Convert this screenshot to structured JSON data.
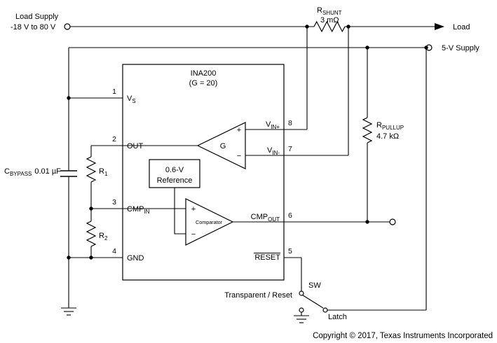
{
  "sources": {
    "load_supply": {
      "line1": "Load Supply",
      "line2": "-18 V to 80 V"
    },
    "load": "Load",
    "supply_5v": "5-V Supply"
  },
  "ic": {
    "title": "INA200",
    "subtitle": "(G = 20)",
    "pins": {
      "vs": {
        "num": "1",
        "main": "V",
        "sub": "S"
      },
      "out": {
        "num": "2",
        "name": "OUT"
      },
      "cmp_in": {
        "num": "3",
        "main": "CMP",
        "sub": "IN"
      },
      "gnd": {
        "num": "4",
        "name": "GND"
      },
      "reset": {
        "num": "5",
        "name": "RESET"
      },
      "cmp_out": {
        "num": "6",
        "main": "CMP",
        "sub": "OUT"
      },
      "vin_minus": {
        "num": "7",
        "main": "V",
        "sub": "IN-"
      },
      "vin_plus": {
        "num": "8",
        "main": "V",
        "sub": "IN+"
      }
    },
    "amp": {
      "gain": "G",
      "plus": "+",
      "minus": "−"
    },
    "reference": {
      "line1": "0.6-V",
      "line2": "Reference"
    },
    "comparator": {
      "name": "Comparator",
      "plus": "+",
      "minus": "−"
    }
  },
  "components": {
    "r_shunt": {
      "main": "R",
      "sub": "SHUNT",
      "value": "3 mΩ"
    },
    "r_pullup": {
      "main": "R",
      "sub": "PULLUP",
      "value": "4.7 kΩ"
    },
    "r1": {
      "main": "R",
      "sub": "1"
    },
    "r2": {
      "main": "R",
      "sub": "2"
    },
    "c_bypass": {
      "main": "C",
      "sub": "BYPASS",
      "value": "0.01 µF"
    }
  },
  "switch": {
    "name": "SW",
    "left_label": "Transparent / Reset",
    "right_label": "Latch"
  },
  "footer": "Copyright © 2017, Texas Instruments Incorporated"
}
